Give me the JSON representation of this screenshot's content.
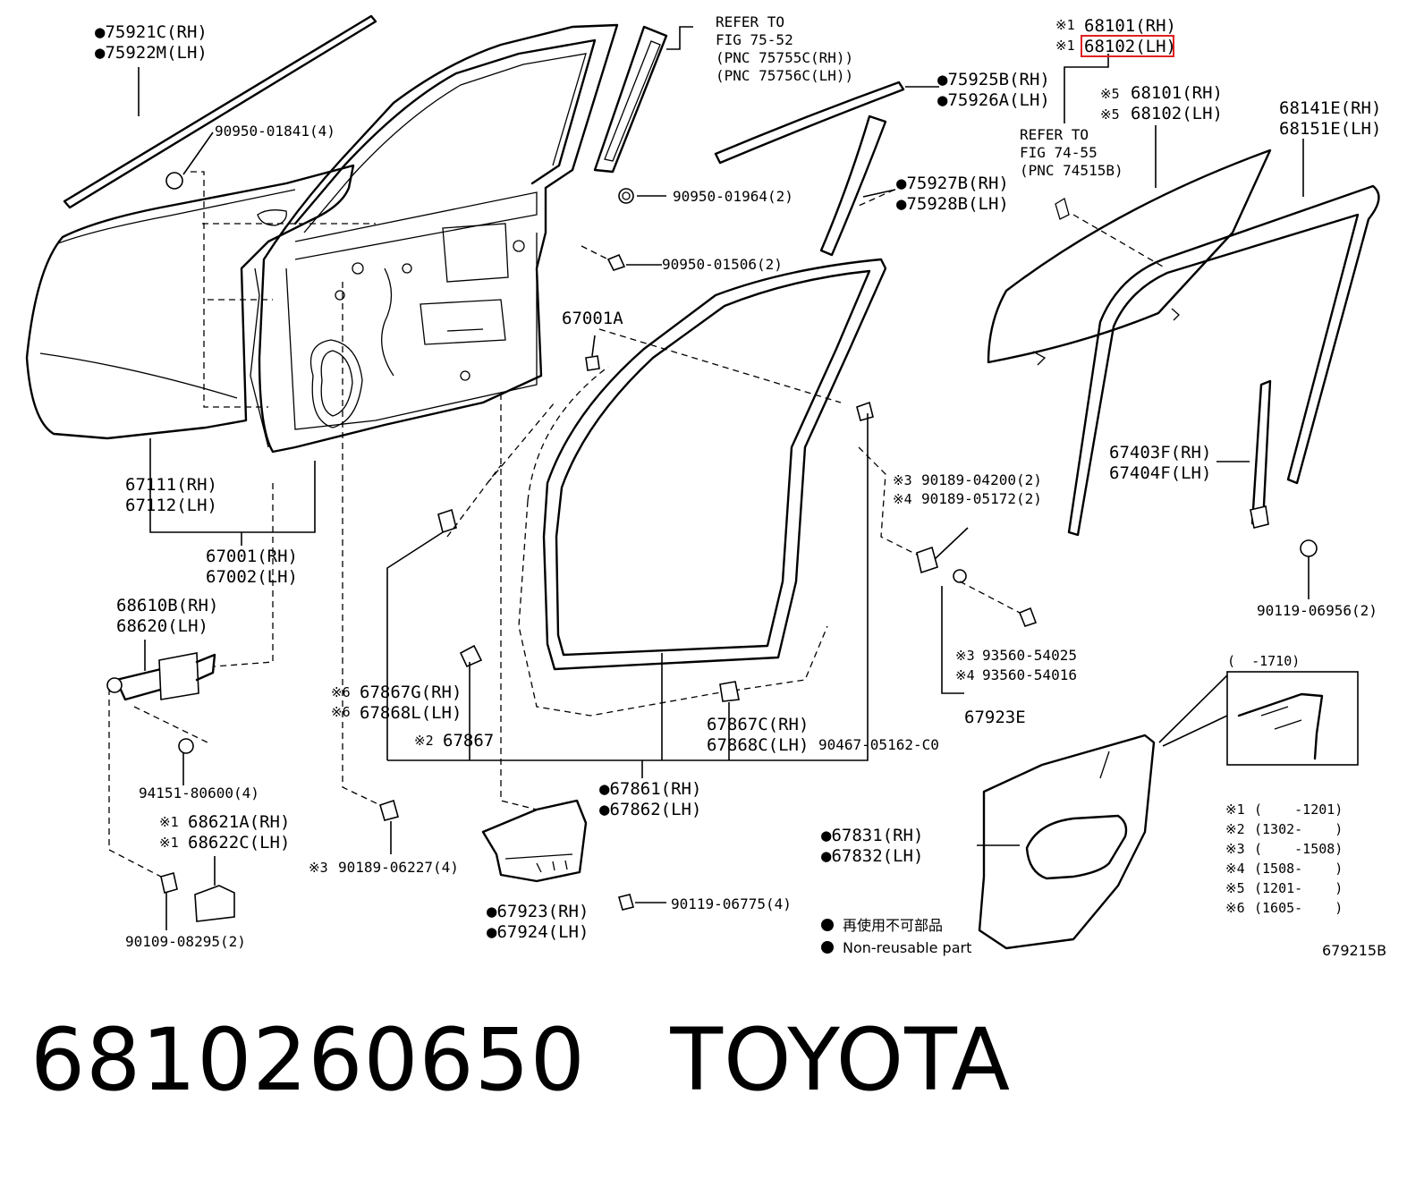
{
  "labels": {
    "l75921": "●75921C(RH)",
    "l75922": "●75922M(LH)",
    "refer1": "REFER TO",
    "refer1_fig": "FIG 75-52",
    "refer1_p1": "(PNC 75755C(RH))",
    "refer1_p2": "(PNC 75756C(LH))",
    "l68101a": "68101(RH)",
    "l68102a": "68102(LH)",
    "m1a": "※1",
    "m1b": "※1",
    "l75925": "●75925B(RH)",
    "l75926": "●75926A(LH)",
    "l68101b": "68101(RH)",
    "l68102b": "68102(LH)",
    "m5a": "※5",
    "m5b": "※5",
    "l68141": "68141E(RH)",
    "l68151": "68151E(LH)",
    "refer2": "REFER TO",
    "refer2_fig": "FIG 74-55",
    "refer2_pnc": "(PNC 74515B)",
    "l90950_01841": "90950-01841(4)",
    "l90950_01964": "90950-01964(2)",
    "l75927": "●75927B(RH)",
    "l75928": "●75928B(LH)",
    "l90950_01506": "90950-01506(2)",
    "l67001a": "67001A",
    "l67403": "67403F(RH)",
    "l67404": "67404F(LH)",
    "m3a": "※3",
    "l90189_04200": "90189-04200(2)",
    "m4a": "※4",
    "l90189_05172": "90189-05172(2)",
    "l67111": "67111(RH)",
    "l67112": "67112(LH)",
    "l67001": "67001(RH)",
    "l67002": "67002(LH)",
    "l90119_06956": "90119-06956(2)",
    "l68610": "68610B(RH)",
    "l68620": "68620(LH)",
    "m3b": "※3",
    "l93560_54025": "93560-54025",
    "m4b": "※4",
    "l93560_54016": "93560-54016",
    "l67923e": "67923E",
    "range1710": "(  -1710)",
    "m6a": "※6",
    "l67867g": "67867G(RH)",
    "m6b": "※6",
    "l67868l": "67868L(LH)",
    "m2a": "※2",
    "l67867": "67867",
    "l67867c": "67867C(RH)",
    "l67868c": "67868C(LH)",
    "l90467": "90467-05162-C0",
    "l94151": "94151-80600(4)",
    "l67861": "●67861(RH)",
    "l67862": "●67862(LH)",
    "m1c": "※1",
    "l68621": "68621A(RH)",
    "m1d": "※1",
    "l68622": "68622C(LH)",
    "m3c": "※3",
    "l90189_06227": "90189-06227(4)",
    "l67831": "●67831(RH)",
    "l67832": "●67832(LH)",
    "l90119_06775": "90119-06775(4)",
    "l67923": "●67923(RH)",
    "l67924": "●67924(LH)",
    "l90109": "90109-08295(2)",
    "fig_code": "679215B"
  },
  "legend": {
    "items": [
      {
        "mark": "※1",
        "range": "(    -1201)"
      },
      {
        "mark": "※2",
        "range": "(1302-    )"
      },
      {
        "mark": "※3",
        "range": "(    -1508)"
      },
      {
        "mark": "※4",
        "range": "(1508-    )"
      },
      {
        "mark": "※5",
        "range": "(1201-    )"
      },
      {
        "mark": "※6",
        "range": "(1605-    )"
      }
    ],
    "nonreusable_ja": "再使用不可部品",
    "nonreusable_en": "Non-reusable part"
  },
  "product": {
    "part_number": "6810260650",
    "brand": "TOYOTA"
  },
  "colors": {
    "line": "#000000",
    "highlight": "#e02020",
    "background": "#ffffff"
  }
}
